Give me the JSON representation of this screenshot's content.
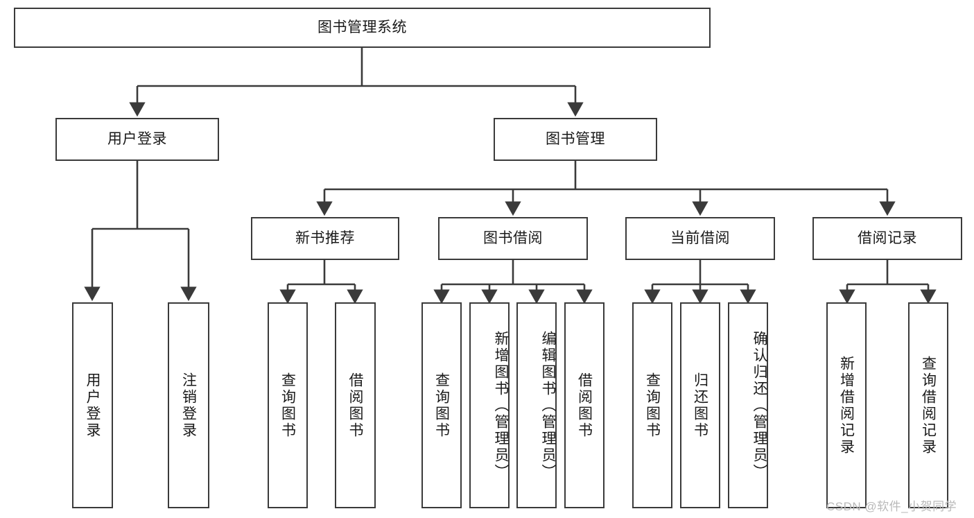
{
  "diagram": {
    "title": "图书管理系统",
    "type": "tree-hierarchy-chart",
    "root": {
      "id": "root",
      "label": "图书管理系统"
    },
    "level2": [
      {
        "id": "user-login",
        "label": "用户登录"
      },
      {
        "id": "book-manage",
        "label": "图书管理"
      }
    ],
    "level3": [
      {
        "id": "new-book-recommend",
        "label": "新书推荐",
        "parent": "book-manage"
      },
      {
        "id": "book-borrow",
        "label": "图书借阅",
        "parent": "book-manage"
      },
      {
        "id": "current-borrow",
        "label": "当前借阅",
        "parent": "book-manage"
      },
      {
        "id": "borrow-record",
        "label": "借阅记录",
        "parent": "book-manage"
      }
    ],
    "leaves": {
      "user-login": [
        {
          "id": "leaf-user-login",
          "label": "用户登录"
        },
        {
          "id": "leaf-logout",
          "label": "注销登录"
        }
      ],
      "new-book-recommend": [
        {
          "id": "leaf-query-book-1",
          "label": "查询图书"
        },
        {
          "id": "leaf-borrow-book-1",
          "label": "借阅图书"
        }
      ],
      "book-borrow": [
        {
          "id": "leaf-query-book-2",
          "label": "查询图书"
        },
        {
          "id": "leaf-add-book",
          "label": "新增图书（管理员）"
        },
        {
          "id": "leaf-edit-book",
          "label": "编辑图书（管理员）"
        },
        {
          "id": "leaf-borrow-book-2",
          "label": "借阅图书"
        }
      ],
      "current-borrow": [
        {
          "id": "leaf-query-book-3",
          "label": "查询图书"
        },
        {
          "id": "leaf-return-book",
          "label": "归还图书"
        },
        {
          "id": "leaf-confirm-return",
          "label": "确认归还（管理员）"
        }
      ],
      "borrow-record": [
        {
          "id": "leaf-add-record",
          "label": "新增借阅记录"
        },
        {
          "id": "leaf-query-record",
          "label": "查询借阅记录"
        }
      ]
    }
  },
  "watermark": {
    "text": "CSDN @软件_小贺同学"
  },
  "colors": {
    "border": "#3a3a3a",
    "background": "#ffffff",
    "text": "#1a1a1a",
    "watermark": "#b9b9b9",
    "connector": "#3a3a3a"
  }
}
